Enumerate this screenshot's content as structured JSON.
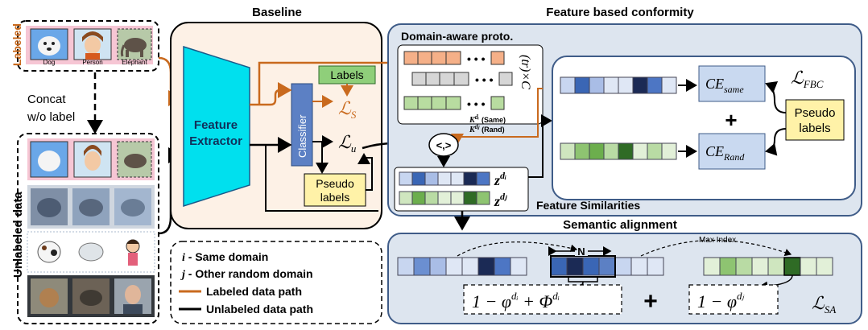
{
  "titles": {
    "baseline": "Baseline",
    "fbc": "Feature based conformity",
    "semantic": "Semantic alignment"
  },
  "labeled": {
    "side_label": "Labeled",
    "items": [
      "Dog",
      "Person",
      "Elephant"
    ]
  },
  "concat_label": [
    "Concat",
    "w/o label"
  ],
  "unlabeled": {
    "side_label": "Unlabeled data"
  },
  "baseline": {
    "feature_extractor": [
      "Feature",
      "Extractor"
    ],
    "classifier": "Classifier",
    "labels": "Labels",
    "loss_s_main": "ℒ",
    "loss_s_sub": "S",
    "loss_u_main": "ℒ",
    "loss_u_sub": "u",
    "pseudo_labels": [
      "Pseudo",
      "labels"
    ]
  },
  "fbc": {
    "proto_title": "Domain-aware proto.",
    "proto_dim": "(tr)×C",
    "k_same_main": "K",
    "k_same_sup": "dᵢ",
    "k_same_label": "(Same)",
    "k_rand_main": "K",
    "k_rand_sup": "dⱼ",
    "k_rand_label": "(Rand)",
    "inner_product": "<,>",
    "z_di_main": "z",
    "z_di_sup": "dᵢ",
    "z_dj_main": "z",
    "z_dj_sup": "dⱼ",
    "feature_similarities": "Feature Similarities",
    "loss_fbc_main": "ℒ",
    "loss_fbc_sub": "FBC",
    "ce_same_main": "CE",
    "ce_same_sub": "same",
    "ce_rand_main": "CE",
    "ce_rand_sub": "Rand",
    "plus": "+",
    "pseudo_labels": [
      "Pseudo",
      "labels"
    ]
  },
  "semantic": {
    "n_label": "N",
    "max_index": "Max Index",
    "formula_left": "1 − φ",
    "formula_left_sup": "dᵢ",
    "formula_mid": " + Φ",
    "formula_mid_sup": "dᵢ",
    "plus": "+",
    "formula_right": "1 − φ",
    "formula_right_sup": "dⱼ",
    "loss_sa_main": "ℒ",
    "loss_sa_sub": "SA"
  },
  "legend": {
    "i_sym": "i",
    "i_text": " - Same domain",
    "j_sym": "j",
    "j_text": " - Other random domain",
    "labeled_path": "Labeled data path",
    "unlabeled_path": "Unlabeled data path"
  },
  "colors": {
    "orange": "#c96a1e",
    "panel_fill": "#dde5ef",
    "panel_stroke": "#3f5c88",
    "baseline_fill": "#fdf1e6",
    "pink": "#f6c6d4",
    "cyan": "#00e0ee",
    "classifier": "#5c80c4",
    "labels_green": "#8fcf7a",
    "yellow": "#fff2a8"
  }
}
